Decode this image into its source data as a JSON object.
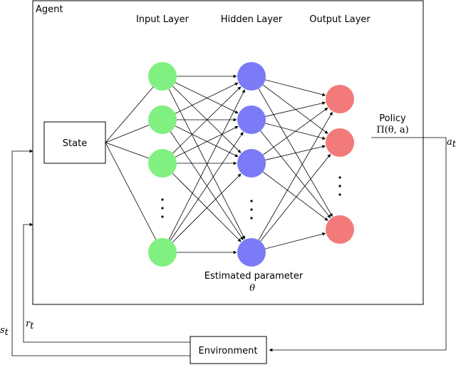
{
  "agent": {
    "label": "Agent"
  },
  "layers": {
    "input": {
      "label": "Input Layer",
      "color": "#80f080"
    },
    "hidden": {
      "label": "Hidden Layer",
      "color": "#7b7bf7"
    },
    "output": {
      "label": "Output Layer",
      "color": "#f27a7a"
    }
  },
  "state": {
    "label": "State"
  },
  "environment": {
    "label": "Environment"
  },
  "policy": {
    "label": "Policy",
    "formula": "Π(θ, a)"
  },
  "estimated": {
    "label": "Estimated parameter",
    "symbol": "θ"
  },
  "signals": {
    "action": "a",
    "action_sub": "t",
    "state": "s",
    "state_sub": "t",
    "reward": "r",
    "reward_sub": "t"
  }
}
